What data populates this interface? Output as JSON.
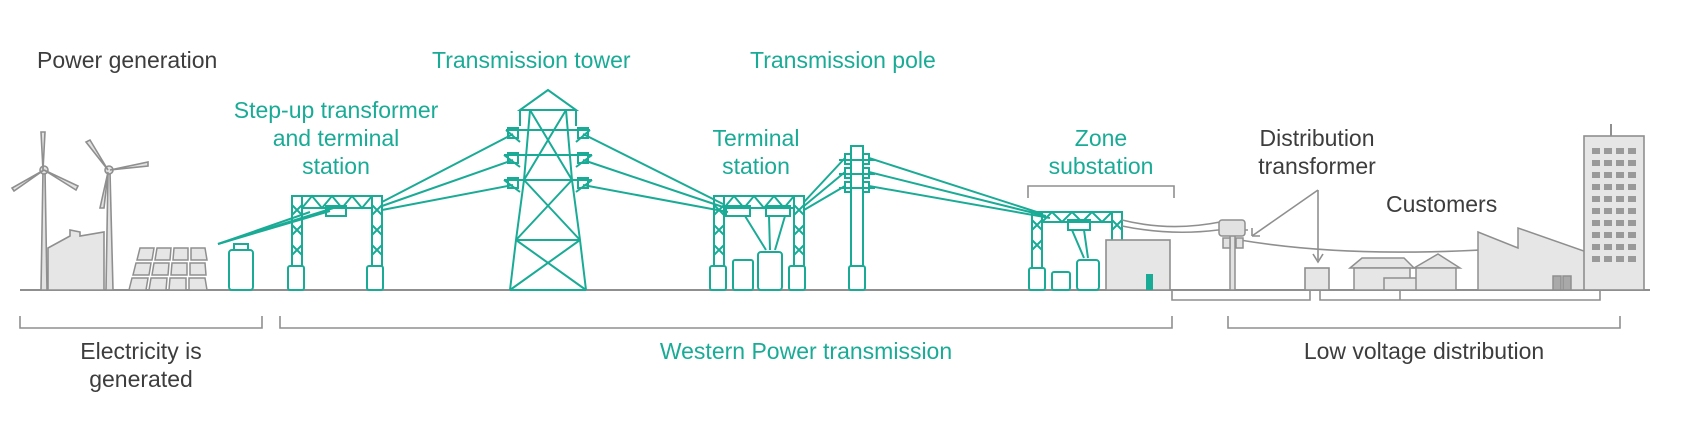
{
  "colors": {
    "teal": "#1aab96",
    "dark_text": "#3d3d3d",
    "grey_line": "#8f8f8f",
    "grey_fill": "#dedede"
  },
  "labels": {
    "power_generation": "Power generation",
    "step_up": [
      "Step-up transformer",
      "and terminal",
      "station"
    ],
    "transmission_tower": "Transmission tower",
    "transmission_pole": "Transmission pole",
    "terminal_station": [
      "Terminal",
      "station"
    ],
    "zone_substation": [
      "Zone",
      "substation"
    ],
    "distribution_transformer": [
      "Distribution",
      "transformer"
    ],
    "customers": "Customers"
  },
  "stages": {
    "generated": [
      "Electricity is",
      "generated"
    ],
    "transmission": "Western Power transmission",
    "distribution": "Low voltage distribution"
  }
}
